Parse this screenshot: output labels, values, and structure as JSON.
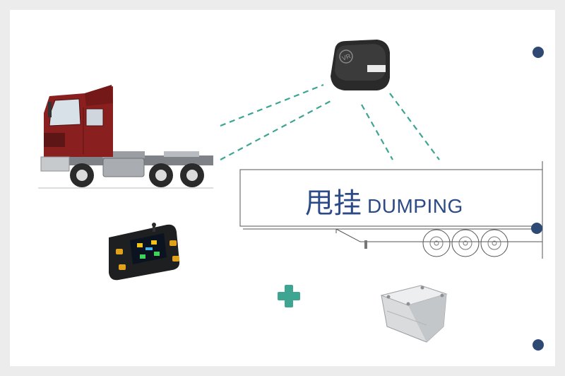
{
  "trailer": {
    "label_cn": "甩挂",
    "label_en": "DUMPING"
  },
  "devices": {
    "repeater_badge": "VR"
  },
  "colors": {
    "background": "#ececec",
    "panel": "#ffffff",
    "accent_dots": "#2e4a74",
    "signal_lines": "#3ea592",
    "plus_sign": "#3ea592",
    "truck_cab": "#8a1f1f",
    "label_text": "#2b4a86"
  },
  "icons": [
    "repeater-device-icon",
    "tpms-monitor-icon",
    "junction-box-icon",
    "plus-icon",
    "truck-tractor-icon",
    "semi-trailer-icon"
  ]
}
